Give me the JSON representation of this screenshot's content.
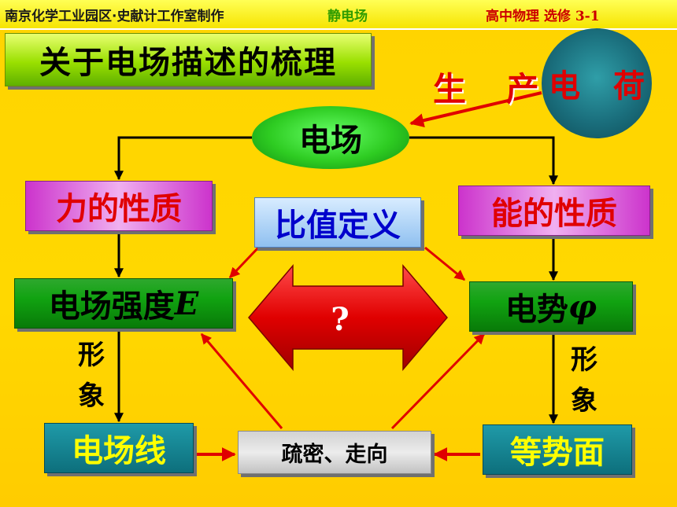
{
  "header": {
    "left": "南京化学工业园区·史献计工作室制作",
    "center": "静电场",
    "right": "高中物理 选修 3-1"
  },
  "title": "关于电场描述的梳理",
  "nodes": {
    "produce": "生 产",
    "charge": "电 荷",
    "field": "电场",
    "force_property": "力的性质",
    "energy_property": "能的性质",
    "ratio_definition": "比值定义",
    "field_strength": "电场强度",
    "field_strength_symbol": "E",
    "potential": "电势",
    "potential_symbol": "φ",
    "question": "?",
    "imagery_left": "形象",
    "imagery_right": "形象",
    "field_lines": "电场线",
    "equipotential_surface": "等势面",
    "density_direction": "疏密、走向"
  },
  "colors": {
    "background": "#ffd400",
    "arrow_red": "#e00000",
    "arrow_black": "#000000",
    "text_red": "#e00000",
    "text_blue": "#0000cc",
    "text_yellow": "#ffff00"
  }
}
